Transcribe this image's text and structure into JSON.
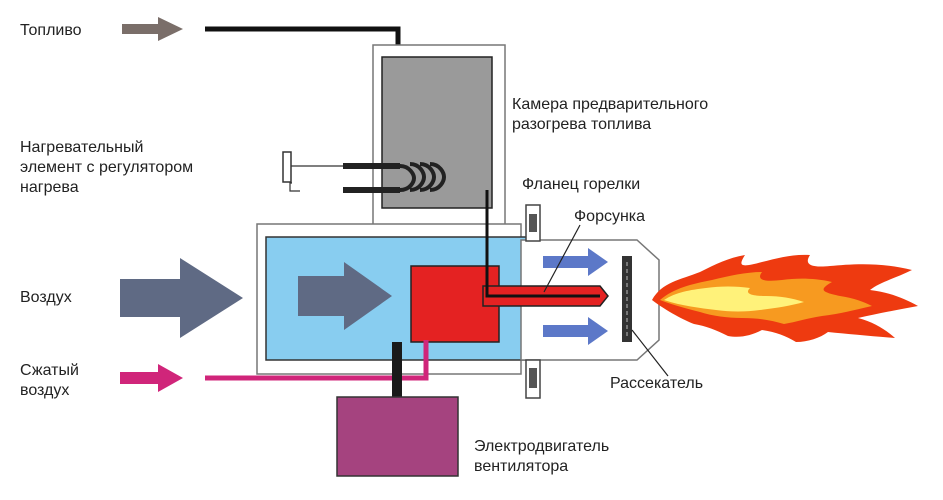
{
  "labels": {
    "fuel": "Топливо",
    "preheat_chamber": [
      "Камера предварительного",
      "разогрева топлива"
    ],
    "heating_element": [
      "Нагревательный",
      "элемент с регулятором",
      "нагрева"
    ],
    "burner_flange": "Фланец горелки",
    "nozzle": "Форсунка",
    "air": "Воздух",
    "compressed_air": [
      "Сжатый",
      "воздух"
    ],
    "diffuser": "Рассекатель",
    "fan_motor": [
      "Электродвигатель",
      "вентилятора"
    ]
  },
  "colors": {
    "fuel_arrow": "#7a6e69",
    "air_arrow": "#5f6a84",
    "compressed_air": "#d0257a",
    "chamber_fill": "#9a9a9a",
    "air_box": "#88cdf0",
    "nozzle_body": "#e42222",
    "motor": "#a5437f",
    "flow_arrow": "#5c78c8",
    "flame_outer": "#ee3a10",
    "flame_mid": "#f79a20",
    "flame_core": "#fff27a"
  },
  "icons": [
    "fuel-arrow-icon",
    "air-arrow-icon",
    "compressed-air-arrow-icon",
    "flame-icon"
  ]
}
